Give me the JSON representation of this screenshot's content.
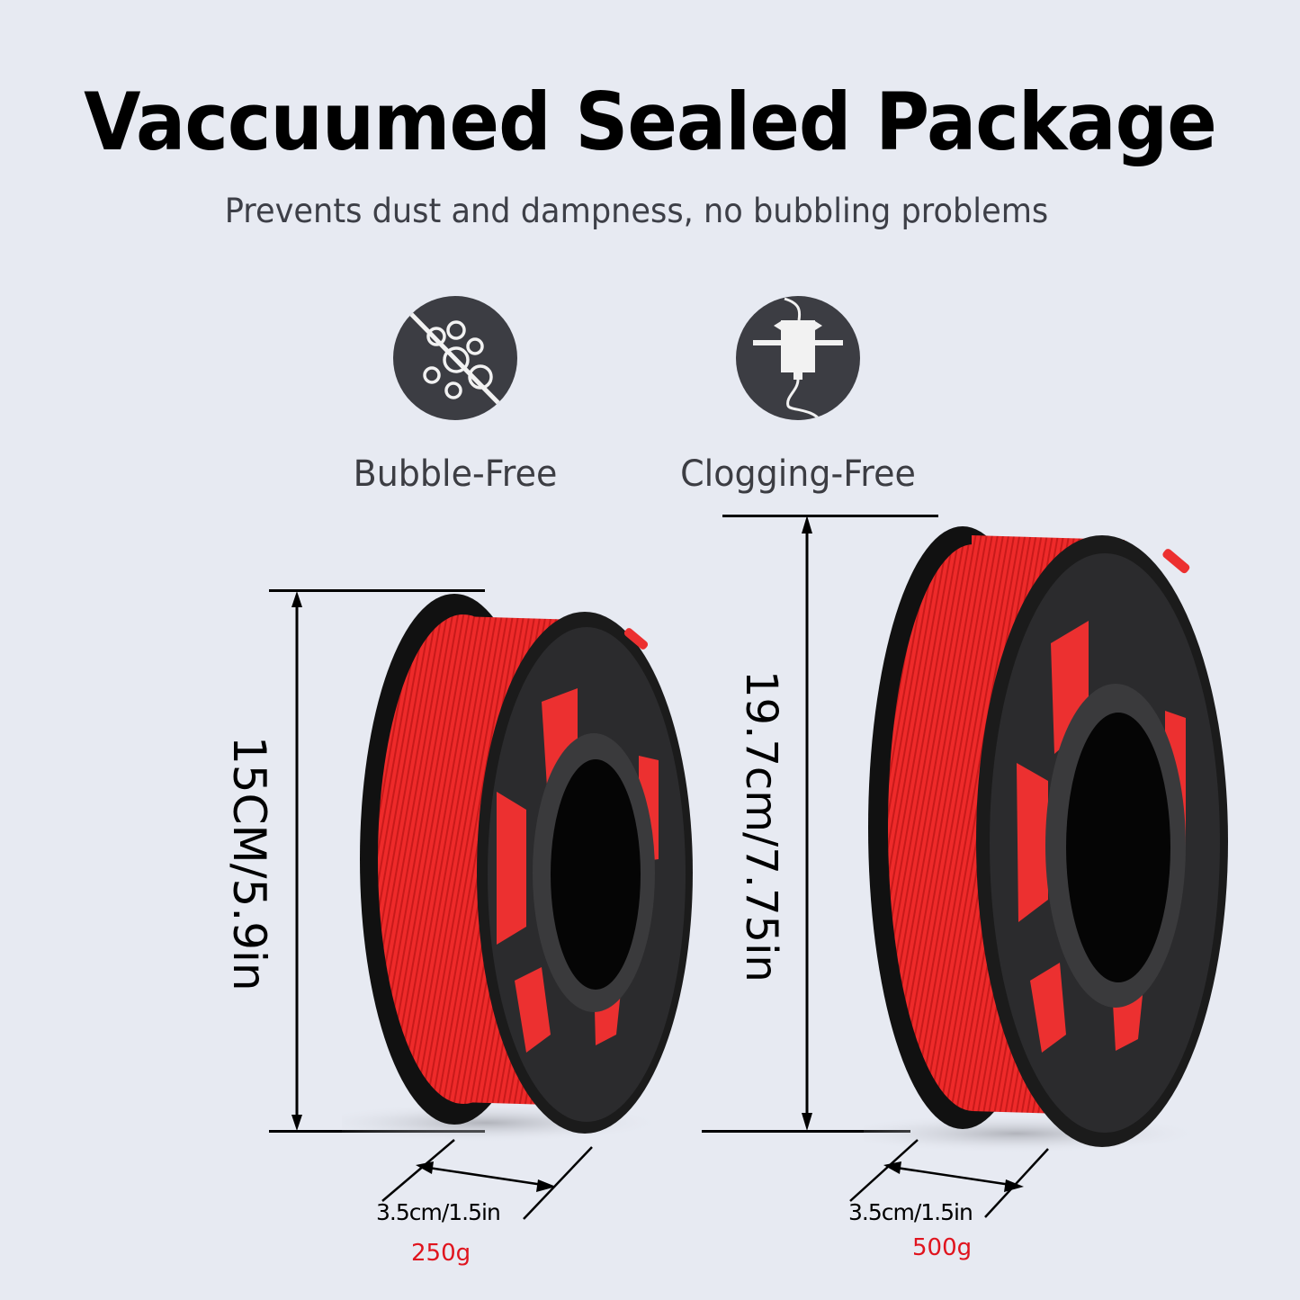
{
  "header": {
    "title": "Vaccuumed Sealed Package",
    "subtitle": "Prevents dust and dampness, no bubbling problems"
  },
  "features": [
    {
      "icon": "bubble-free-icon",
      "label": "Bubble-Free"
    },
    {
      "icon": "clogging-free-icon",
      "label": "Clogging-Free"
    }
  ],
  "spools": [
    {
      "name": "small-spool",
      "height_label": "15CM/5.9in",
      "width_label": "3.5cm/1.5in",
      "weight_label": "250g"
    },
    {
      "name": "large-spool",
      "height_label": "19.7cm/7.75in",
      "width_label": "3.5cm/1.5in",
      "weight_label": "500g"
    }
  ],
  "colors": {
    "background": "#e7eaf2",
    "icon_circle": "#3c3d43",
    "filament_red": "#ee2a2a",
    "spool_black": "#1a1a1a",
    "weight_text": "#e0141e"
  }
}
